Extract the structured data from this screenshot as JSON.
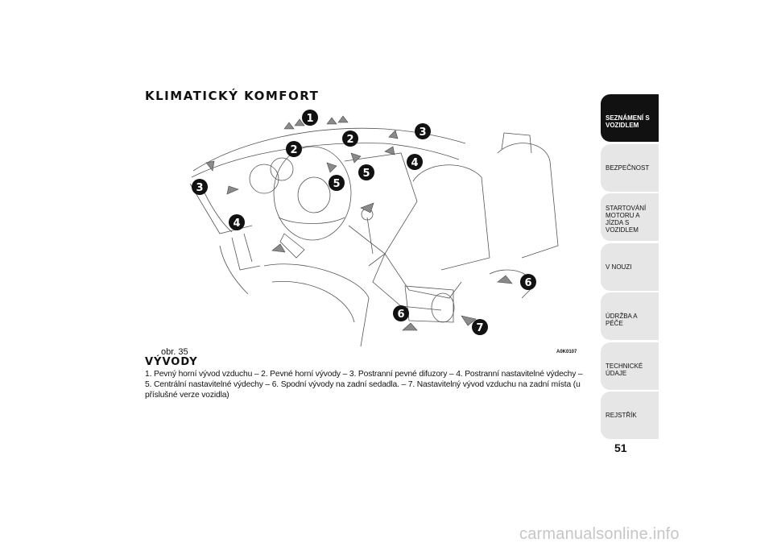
{
  "section_title": "KLIMATICKÝ KOMFORT",
  "figure": {
    "caption": "obr. 35",
    "code": "A0K0107",
    "callouts": [
      "1",
      "2",
      "2",
      "3",
      "3",
      "4",
      "4",
      "5",
      "5",
      "6",
      "6",
      "7"
    ]
  },
  "subtitle": "VÝVODY",
  "legend": "1. Pevný horní vývod vzduchu – 2. Pevné horní vývody – 3. Postranní pevné difuzory – 4. Postranní nastavitelné výdechy – 5. Centrální nastavitelné výdechy – 6. Spodní vývody na zadní sedadla. – 7. Nastavitelný vývod vzduchu na zadní místa (u příslušné verze vozidla)",
  "sidebar": {
    "tabs": [
      {
        "label": "SEZNÁMENÍ S VOZIDLEM",
        "active": true
      },
      {
        "label": "BEZPEČNOST"
      },
      {
        "label": "STARTOVÁNÍ MOTORU A JÍZDA S VOZIDLEM"
      },
      {
        "label": "V NOUZI"
      },
      {
        "label": "ÚDRŽBA A PÉČE"
      },
      {
        "label": "TECHNICKÉ ÚDAJE"
      },
      {
        "label": "REJSTŘÍK"
      }
    ]
  },
  "page_number": "51",
  "watermark": "carmanualsonline.info",
  "colors": {
    "active_tab": "#111111",
    "inactive_tab": "#e6e6e6",
    "watermark": "#c6c6c6"
  }
}
